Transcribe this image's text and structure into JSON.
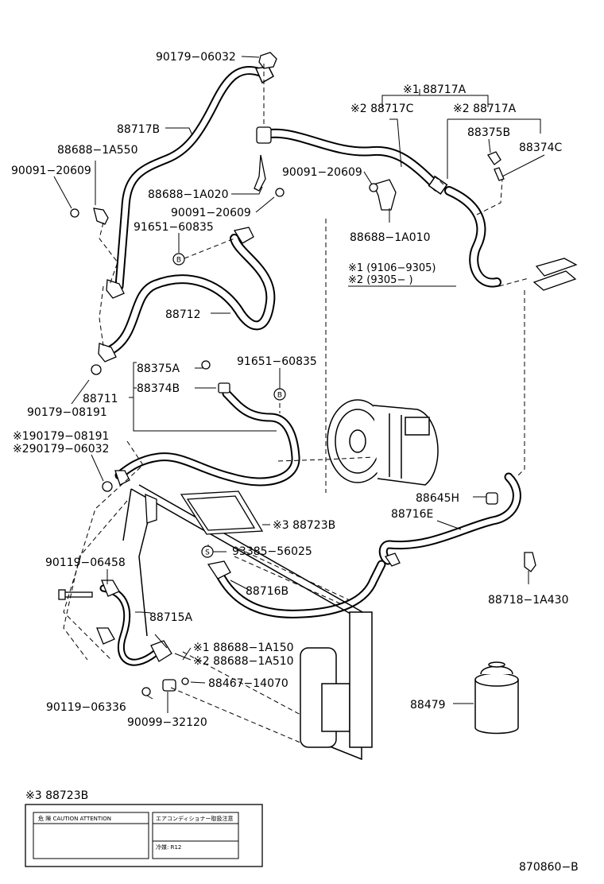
{
  "parts": {
    "p90179_06032": "90179−06032",
    "p88717B": "88717B",
    "p88688_1A550": "88688−1A550",
    "p90091_20609_l": "90091−20609",
    "p88688_1A020": "88688−1A020",
    "p90091_20609_c": "90091−20609",
    "p91651_60835_t": "91651−60835",
    "p88712": "88712",
    "p88375A": "88375A",
    "p88374B": "88374B",
    "p88711": "88711",
    "p91651_60835_m": "91651−60835",
    "p90179_08191": "90179−08191",
    "p1_90179_08191": "※190179−08191",
    "p2_90179_06032": "※290179−06032",
    "p3_88723B": "※3 88723B",
    "p93385_56025": "93385−56025",
    "p90119_06458": "90119−06458",
    "p88716B": "88716B",
    "p88715A": "88715A",
    "p1_88688_1A150": "※1 88688−1A150",
    "p2_88688_1A510": "※2 88688−1A510",
    "p88467_14070": "88467−14070",
    "p90119_06336": "90119−06336",
    "p90099_32120": "90099−32120",
    "p88479": "88479",
    "p88645H": "88645H",
    "p88716E": "88716E",
    "p88718_1A430": "88718−1A430",
    "p1_88717A": "※1 88717A",
    "p2_88717C": "※2 88717C",
    "p2_88717A": "※2 88717A",
    "p88375B": "88375B",
    "p88374C": "88374C",
    "p90091_20609_r": "90091−20609",
    "p88688_1A010": "88688−1A010"
  },
  "notes": {
    "n1": "※1  (9106−9305)",
    "n2": "※2  (9305−      )"
  },
  "circle_markers": {
    "b": "B",
    "s": "S"
  },
  "label_box": {
    "title": "※3 88723B",
    "caption_header": "危 険   CAUTION  ATTENTION",
    "jp_header": "エアコンディショナー取扱注意",
    "refrigerant": "冷媒: R12"
  },
  "figure_code": "870860−B"
}
